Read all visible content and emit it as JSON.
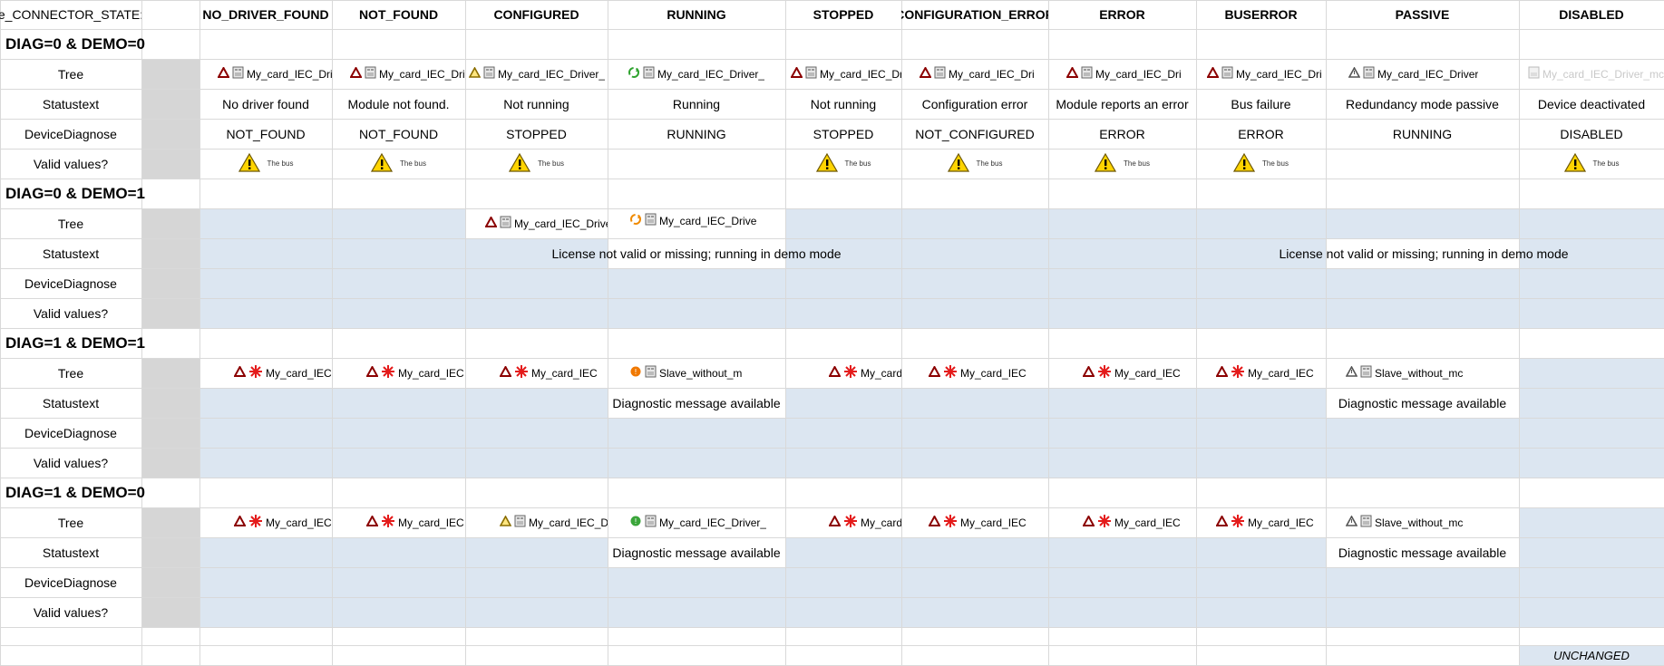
{
  "header": {
    "first": "e_CONNECTOR_STATE:",
    "columns": [
      "NO_DRIVER_FOUND",
      "NOT_FOUND",
      "CONFIGURED",
      "RUNNING",
      "STOPPED",
      "CONFIGURATION_ERROR",
      "ERROR",
      "BUSERROR",
      "PASSIVE",
      "DISABLED"
    ]
  },
  "row_labels": [
    "Tree",
    "Statustext",
    "DeviceDiagnose",
    "Valid values?"
  ],
  "section1": {
    "title": "DIAG=0 & DEMO=0",
    "tree": [
      "My_card_IEC_Dri",
      "My_card_IEC_Dri",
      "My_card_IEC_Driver_",
      "My_card_IEC_Driver_",
      "My_card_IEC_Dri",
      "My_card_IEC_Dri",
      "My_card_IEC_Dri",
      "My_card_IEC_Dri",
      "My_card_IEC_Driver",
      "My_card_IEC_Driver_mc"
    ],
    "statustext": [
      "No driver found",
      "Module not found.",
      "Not running",
      "Running",
      "Not running",
      "Configuration error",
      "Module reports an error",
      "Bus failure",
      "Redundancy mode passive",
      "Device deactivated"
    ],
    "devicediagnose": [
      "NOT_FOUND",
      "NOT_FOUND",
      "STOPPED",
      "RUNNING",
      "STOPPED",
      "NOT_CONFIGURED",
      "ERROR",
      "ERROR",
      "RUNNING",
      "DISABLED"
    ],
    "valid_small": "The bus"
  },
  "section2": {
    "title": "DIAG=0 & DEMO=1",
    "tree_configured": "My_card_IEC_Drive",
    "tree_running": "My_card_IEC_Drive",
    "status_left": "License not valid or missing; running in demo mode",
    "status_right": "License not valid or missing; running in demo mode"
  },
  "section3": {
    "title": "DIAG=1 & DEMO=1",
    "tree": [
      "My_card_IEC",
      "My_card_IEC",
      "My_card_IEC",
      "Slave_without_m",
      "My_card_IEC",
      "My_card_IEC",
      "My_card_IEC",
      "My_card_IEC",
      "Slave_without_mc"
    ],
    "status_running": "Diagnostic message available",
    "status_passive": "Diagnostic message available"
  },
  "section4": {
    "title": "DIAG=1 & DEMO=0",
    "tree": [
      "My_card_IEC",
      "My_card_IEC",
      "My_card_IEC_Driver_",
      "My_card_IEC_Driver_",
      "My_card_IEC",
      "My_card_IEC",
      "My_card_IEC",
      "My_card_IEC",
      "Slave_without_mc"
    ],
    "status_running": "Diagnostic message available",
    "status_passive": "Diagnostic message available"
  },
  "footer": {
    "unchanged": "UNCHANGED"
  },
  "colors": {
    "demo_blue": "#dce6f1",
    "gray": "#d6d6d6",
    "grid": "#d9d9d9",
    "warn_yellow": "#ffd400",
    "err_red": "#e41b1b"
  }
}
